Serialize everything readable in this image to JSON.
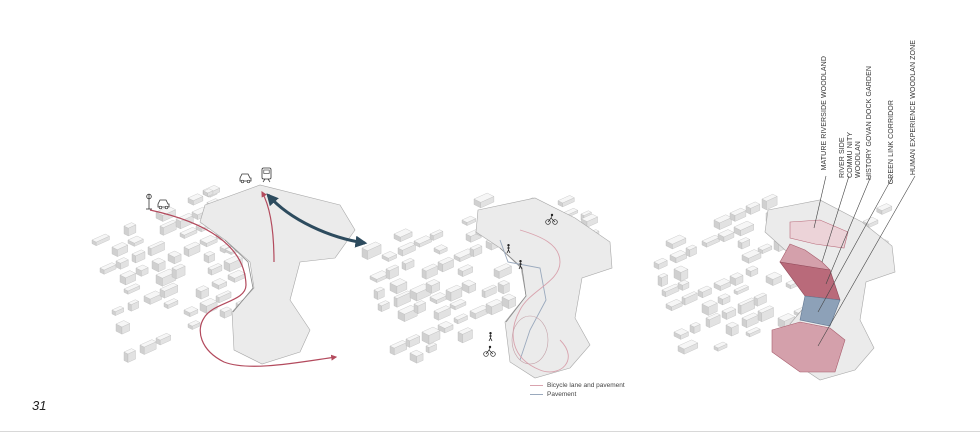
{
  "page_number": "31",
  "colors": {
    "route_red": "#b34a5d",
    "route_blue": "#2d4b5e",
    "woodland_dark": "#b96a7a",
    "woodland_mid": "#d4a0ab",
    "woodland_light": "#ecd3d8",
    "corridor_blue": "#8da1b8",
    "building_grey": "#e4e4e4",
    "outline_grey": "#9a9a9a",
    "pavement_grey": "#ebebeb"
  },
  "icons": {
    "panel1": [
      "pedestrian-sign-icon",
      "car-icon",
      "car-icon",
      "train-icon"
    ],
    "panel2": [
      "cyclist-icon",
      "pedestrian-icon",
      "pedestrian-icon",
      "pedestrian-icon",
      "cyclist-icon"
    ]
  },
  "legend": {
    "items": [
      {
        "label": "Bicycle lane and pavement",
        "color": "#d9a3ae"
      },
      {
        "label": "Pavement",
        "color": "#9aa9bd"
      }
    ]
  },
  "zones": {
    "labels": [
      "MATURE RIVERSIDE WOODLAND",
      "RIVER SIDE COMMU NITY WOODLAN",
      "HISTORY GOVAN DOCK GARDEN",
      "GREEN LINK CORRIDOR",
      "HUMAN EXPERIENCE WOODLAN ZONE"
    ]
  }
}
